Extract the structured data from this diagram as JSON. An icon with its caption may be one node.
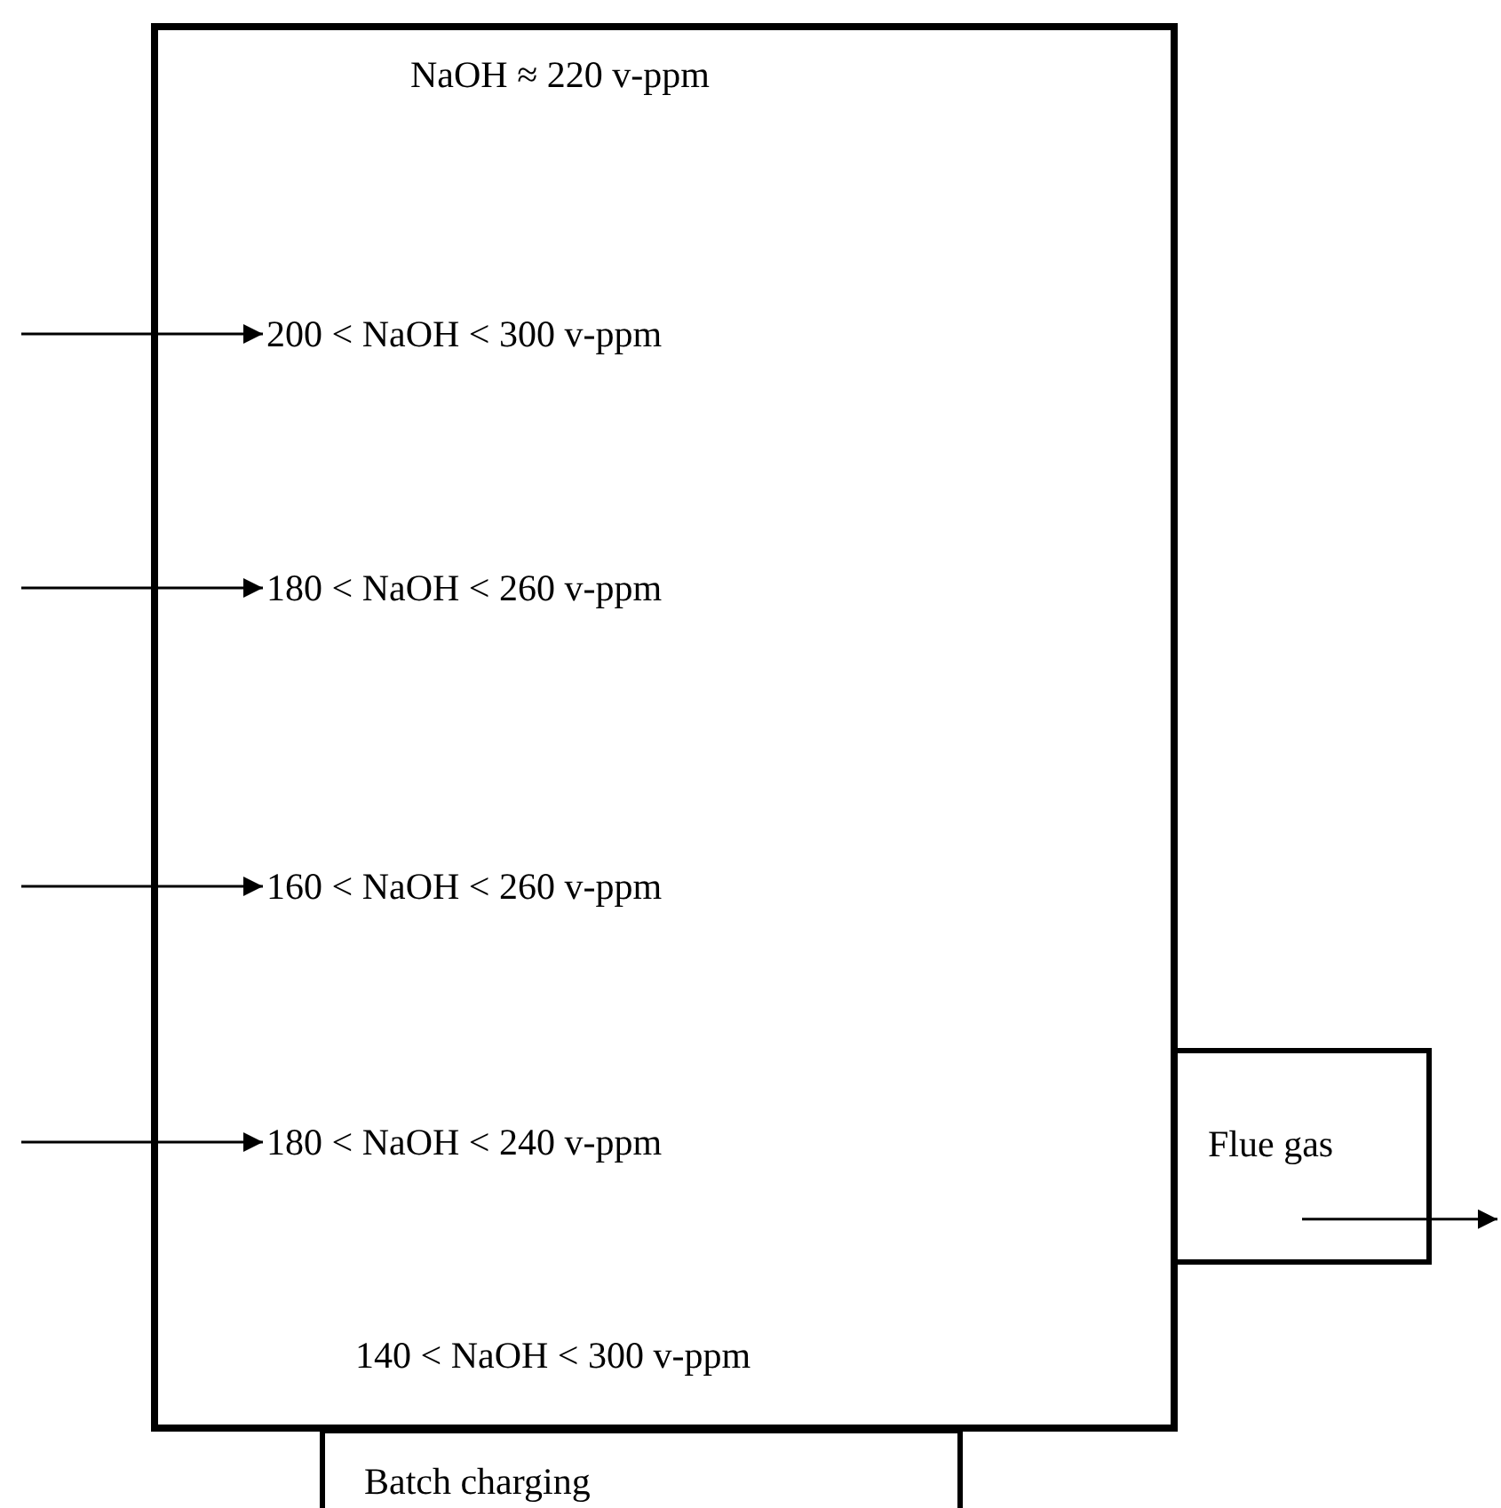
{
  "diagram": {
    "nodes": [
      {
        "text": [],
        "shape": "box"
      },
      {
        "text": [
          "NaOH ≈ 220 v-ppm"
        ],
        "in": 0
      },
      {
        "text": [
          "200 < NaOH < 300 v-ppm"
        ],
        "in": 0
      },
      {
        "text": [
          "180 < NaOH < 260 v-ppm"
        ],
        "in": 0
      },
      {
        "text": [
          "160 < NaOH < 260 v-ppm"
        ],
        "in": 0
      },
      {
        "text": [
          "180 < NaOH < 240 v-ppm"
        ],
        "in": 0
      },
      {
        "text": [
          "140 < NaOH < 300 v-ppm"
        ],
        "in": 0
      },
      {
        "text": [
          "Flue gas"
        ]
      },
      {
        "text": [
          "Batch charging"
        ]
      }
    ],
    "edges": [
      {
        "from": null,
        "to": 2,
        "arrow": "to"
      },
      {
        "from": null,
        "to": 3,
        "arrow": "to"
      },
      {
        "from": null,
        "to": 4,
        "arrow": "to"
      },
      {
        "from": null,
        "to": 5,
        "arrow": "to"
      },
      {
        "from": 7,
        "to": null,
        "arrow": "to"
      }
    ]
  }
}
